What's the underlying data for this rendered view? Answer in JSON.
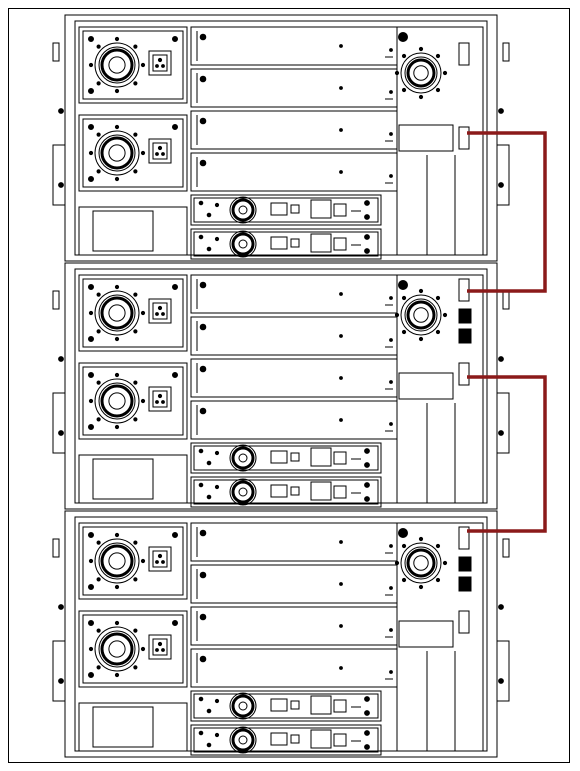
{
  "figure": {
    "description_label": "",
    "stack": {
      "chassis_count": 3,
      "power_supplies_per_chassis": 2,
      "drives_per_chassis": 2
    },
    "cable_color": "#8b1a1a",
    "line_color": "#000000",
    "background": "#ffffff",
    "connections": [
      {
        "from": "chassis-1-expansion-port",
        "to": "chassis-2-expansion-port-upper"
      },
      {
        "from": "chassis-2-expansion-port-lower",
        "to": "chassis-3-expansion-port"
      }
    ]
  }
}
